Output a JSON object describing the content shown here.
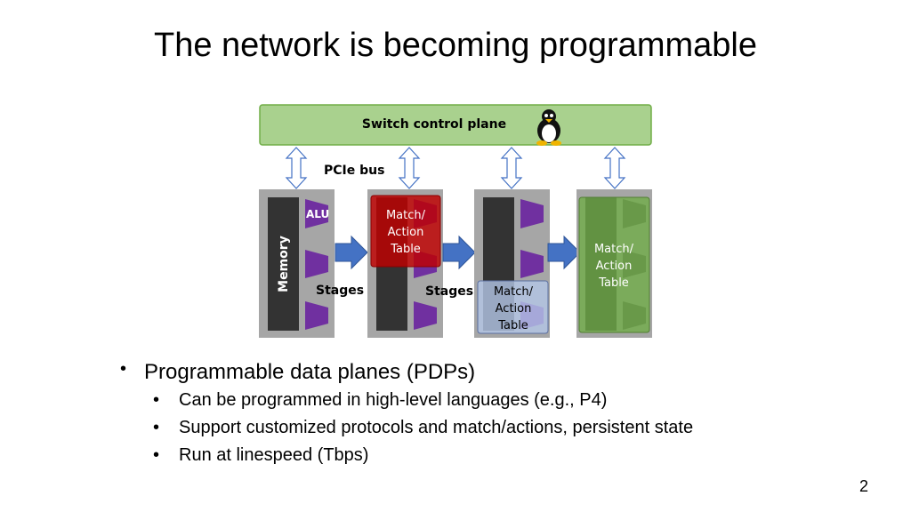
{
  "title": "The network is becoming programmable",
  "diagram": {
    "control_plane": "Switch control plane",
    "pcie": "PCIe bus",
    "memory": "Memory",
    "alu": "ALU",
    "stages_1": "Stages",
    "stages_2": "Stages",
    "match_action_red": [
      "Match/",
      "Action",
      "Table"
    ],
    "match_action_blue": [
      "Match/",
      "Action",
      "Table"
    ],
    "match_action_green": [
      "Match/",
      "Action",
      "Table"
    ],
    "colors": {
      "control_plane_fill": "#a9d18e",
      "stage_bg": "#a6a6a6",
      "dark_bar": "#333333",
      "alu": "#7030a0",
      "arrow": "#4472c4",
      "red_table": "#c00000",
      "blue_table": "#b4c7e7",
      "green_table": "#70ad47"
    }
  },
  "bullets": {
    "main": "Programmable data planes (PDPs)",
    "subs": [
      "Can be programmed in high-level languages (e.g., P4)",
      "Support customized protocols and match/actions, persistent state",
      "Run at linespeed (Tbps)"
    ]
  },
  "page_number": "2"
}
